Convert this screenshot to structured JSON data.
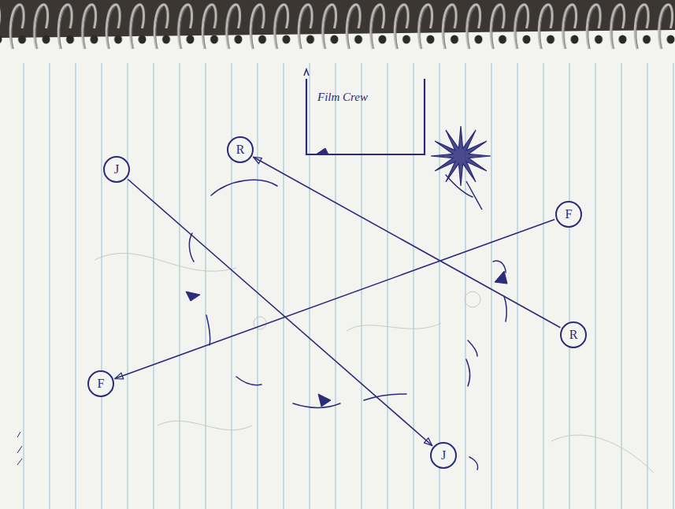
{
  "diagram": {
    "nodes": [
      {
        "text": [
          "Film Crew"
        ]
      },
      {
        "text": [
          "J"
        ]
      },
      {
        "text": [
          "R"
        ]
      },
      {
        "text": [
          "F"
        ]
      },
      {
        "text": [
          "R"
        ]
      },
      {
        "text": [
          "F"
        ]
      },
      {
        "text": [
          "J"
        ]
      }
    ],
    "edges": [
      {
        "from": 1,
        "to": 6,
        "arrow": "to"
      },
      {
        "from": 4,
        "to": 2,
        "arrow": "to"
      },
      {
        "from": 3,
        "to": 5,
        "arrow": "to"
      }
    ]
  }
}
